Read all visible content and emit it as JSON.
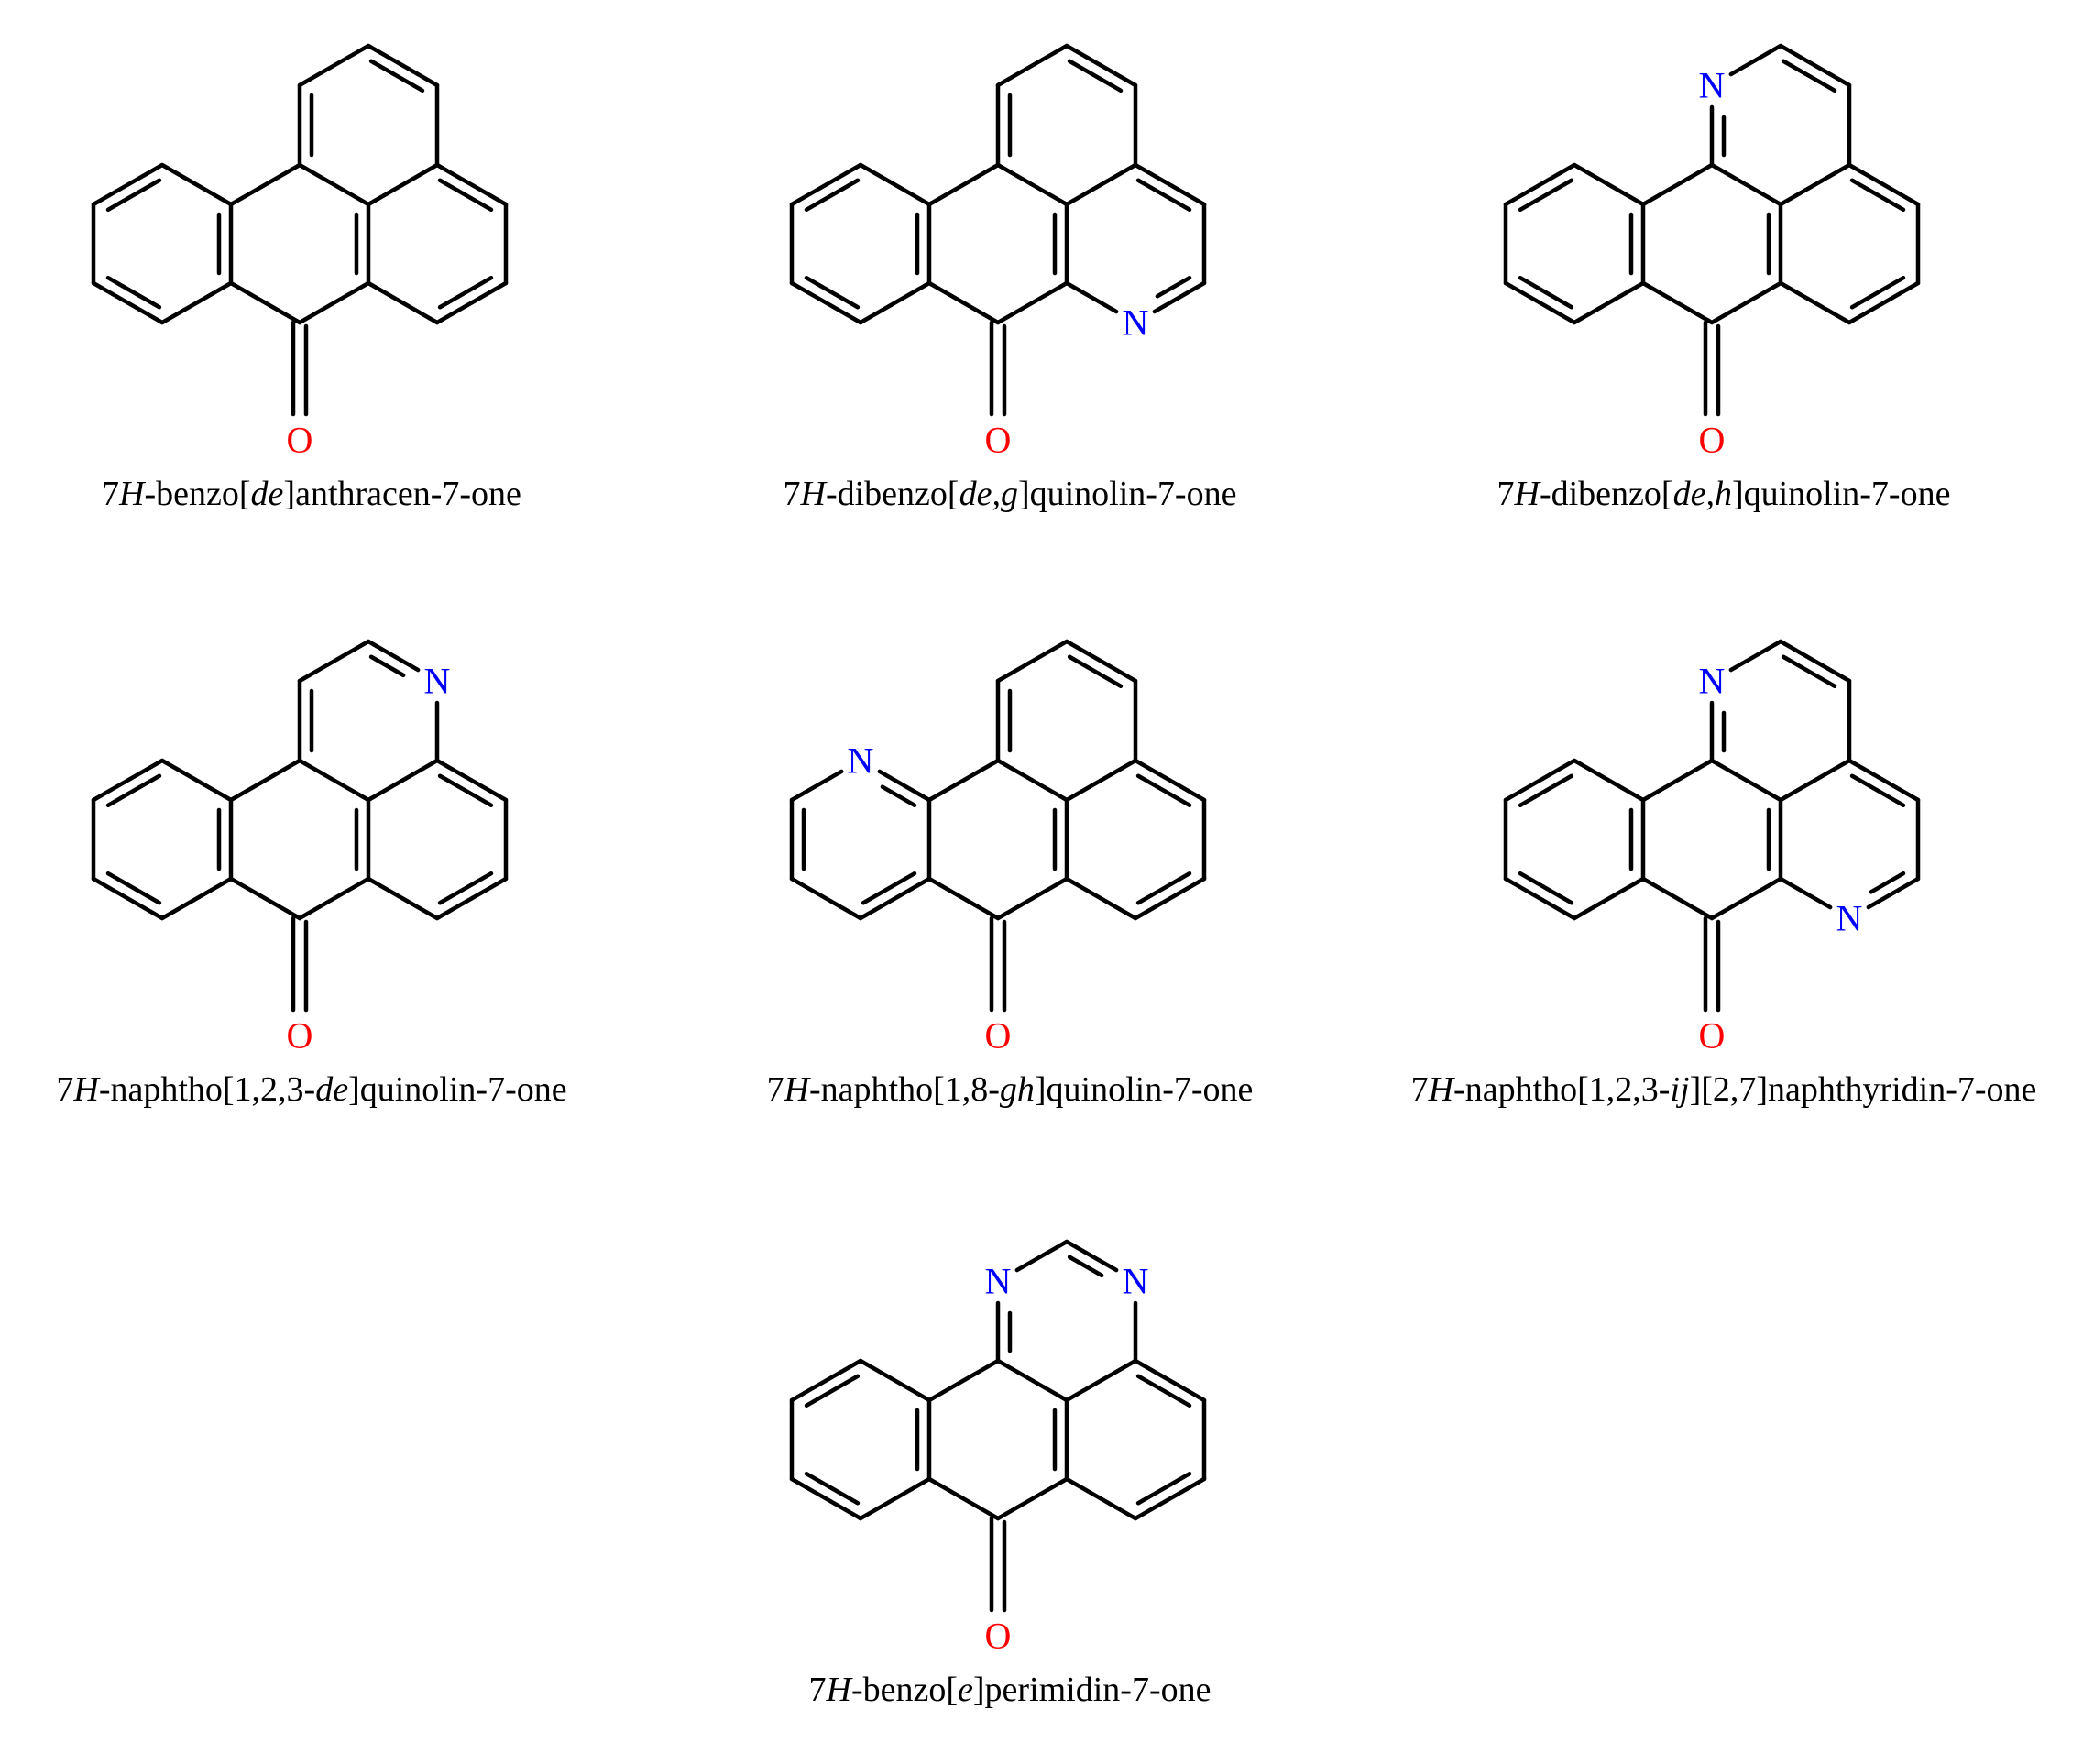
{
  "colors": {
    "bond": "#000000",
    "nitrogen": "#0000ff",
    "oxygen": "#ff0000",
    "text": "#000000"
  },
  "atom_labels": {
    "N": "N",
    "O": "O"
  },
  "compounds": [
    {
      "id": "c1",
      "name_parts": [
        {
          "text": "7",
          "italic": false
        },
        {
          "text": "H",
          "italic": true
        },
        {
          "text": "-benzo[",
          "italic": false
        },
        {
          "text": "de",
          "italic": true
        },
        {
          "text": "]anthracen-7-one",
          "italic": false
        }
      ],
      "nitrogens": []
    },
    {
      "id": "c2",
      "name_parts": [
        {
          "text": "7",
          "italic": false
        },
        {
          "text": "H",
          "italic": true
        },
        {
          "text": "-dibenzo[",
          "italic": false
        },
        {
          "text": "de,g",
          "italic": true
        },
        {
          "text": "]quinolin-7-one",
          "italic": false
        }
      ],
      "nitrogens": [
        "rightBottom"
      ]
    },
    {
      "id": "c3",
      "name_parts": [
        {
          "text": "7",
          "italic": false
        },
        {
          "text": "H",
          "italic": true
        },
        {
          "text": "-dibenzo[",
          "italic": false
        },
        {
          "text": "de,h",
          "italic": true
        },
        {
          "text": "]quinolin-7-one",
          "italic": false
        }
      ],
      "nitrogens": [
        "topLeft"
      ]
    },
    {
      "id": "c4",
      "name_parts": [
        {
          "text": "7",
          "italic": false
        },
        {
          "text": "H",
          "italic": true
        },
        {
          "text": "-naphtho[1,2,3-",
          "italic": false
        },
        {
          "text": "de",
          "italic": true
        },
        {
          "text": "]quinolin-7-one",
          "italic": false
        }
      ],
      "nitrogens": [
        "topRight"
      ]
    },
    {
      "id": "c5",
      "name_parts": [
        {
          "text": "7",
          "italic": false
        },
        {
          "text": "H",
          "italic": true
        },
        {
          "text": "-naphtho[1,8-",
          "italic": false
        },
        {
          "text": "gh",
          "italic": true
        },
        {
          "text": "]quinolin-7-one",
          "italic": false
        }
      ],
      "nitrogens": [
        "leftTop"
      ]
    },
    {
      "id": "c6",
      "name_parts": [
        {
          "text": "7",
          "italic": false
        },
        {
          "text": "H",
          "italic": true
        },
        {
          "text": "-naphtho[1,2,3-",
          "italic": false
        },
        {
          "text": "ij",
          "italic": true
        },
        {
          "text": "][2,7]naphthyridin-7-one",
          "italic": false
        }
      ],
      "nitrogens": [
        "topLeft",
        "rightBottom"
      ]
    },
    {
      "id": "c7",
      "name_parts": [
        {
          "text": "7",
          "italic": false
        },
        {
          "text": "H",
          "italic": true
        },
        {
          "text": "-benzo[",
          "italic": false
        },
        {
          "text": "e",
          "italic": true
        },
        {
          "text": "]perimidin-7-one",
          "italic": false
        }
      ],
      "nitrogens": [
        "topLeft",
        "topRight"
      ]
    }
  ]
}
